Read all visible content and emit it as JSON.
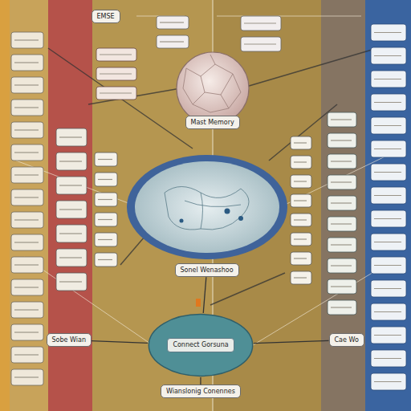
{
  "diagram": {
    "nodes": [
      {
        "text": [
          "EMSE"
        ]
      },
      {
        "text": [
          "Mast Memory"
        ]
      },
      {
        "text": [
          "Sonel Wenashoo"
        ]
      },
      {
        "text": [
          "Connect Gorsuna"
        ]
      },
      {
        "text": [
          "Wianslonig Conennes"
        ]
      },
      {
        "text": [
          "Sobe Wian"
        ]
      },
      {
        "text": [
          "Cae Wo"
        ]
      }
    ],
    "edges": [
      {
        "from": 2,
        "to": 3,
        "arrow": "none"
      },
      {
        "from": 5,
        "to": 3,
        "arrow": "none"
      },
      {
        "from": 6,
        "to": 3,
        "arrow": "none"
      },
      {
        "from": 3,
        "to": 4,
        "arrow": "none"
      }
    ]
  }
}
